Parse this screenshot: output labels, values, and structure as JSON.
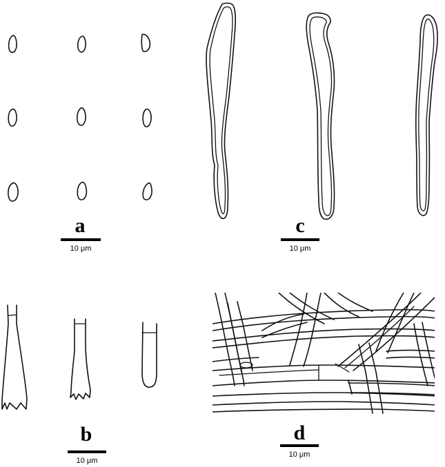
{
  "panels": {
    "a": {
      "letter": "a",
      "scale": "10 μm"
    },
    "b": {
      "letter": "b",
      "scale": "10 μm"
    },
    "c": {
      "letter": "c",
      "scale": "10 μm"
    },
    "d": {
      "letter": "d",
      "scale": "10 μm"
    }
  }
}
